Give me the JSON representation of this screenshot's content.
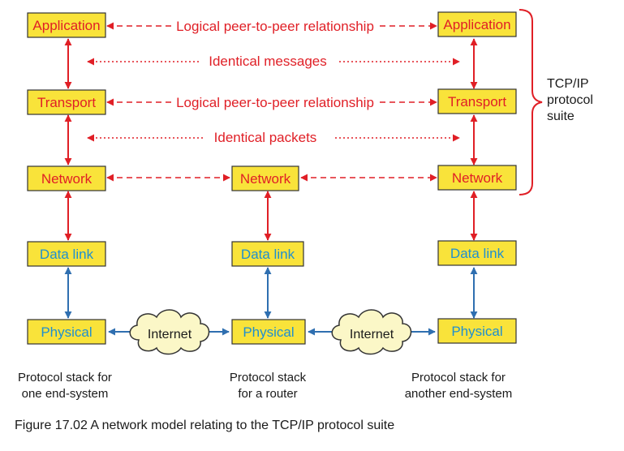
{
  "layers": {
    "application": "Application",
    "transport": "Transport",
    "network": "Network",
    "data_link": "Data link",
    "physical": "Physical"
  },
  "annotations": {
    "logical_peer_app": "Logical peer-to-peer relationship",
    "identical_messages": "Identical messages",
    "logical_peer_transport": "Logical peer-to-peer relationship",
    "identical_packets": "Identical packets"
  },
  "clouds": {
    "left": "Internet",
    "right": "Internet"
  },
  "suite_label": [
    "TCP/IP",
    "protocol",
    "suite"
  ],
  "captions": {
    "left": [
      "Protocol stack for",
      "one end-system"
    ],
    "middle": [
      "Protocol stack",
      "for a router"
    ],
    "right": [
      "Protocol stack for",
      "another end-system"
    ]
  },
  "figure_caption": "Figure 17.02 A network model relating to the TCP/IP protocol suite",
  "colors": {
    "box_fill": "#f9e33a",
    "red": "#e01f26",
    "blue": "#1f8fd0",
    "arrow_blue": "#2f6fb0",
    "cloud_fill": "#fbf7c7"
  }
}
